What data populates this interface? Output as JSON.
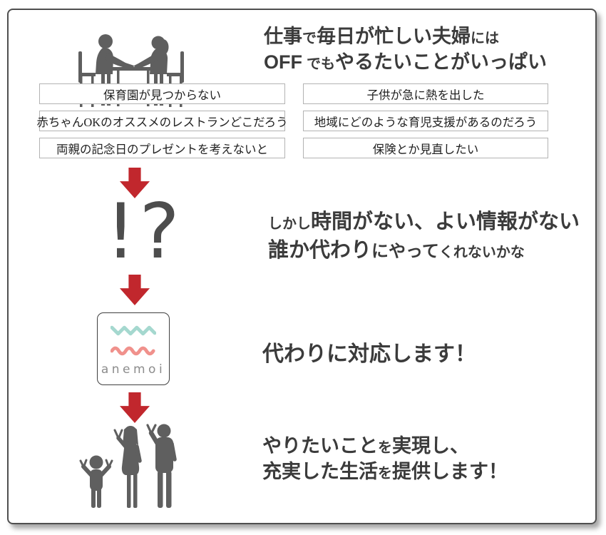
{
  "colors": {
    "arrow_red": "#c1272d",
    "heading_text": "#3b3b3b",
    "silhouette_gray": "#5f5f5f",
    "logo_teal": "#a5d8cf",
    "logo_pink": "#f0918c",
    "logo_wordmark_gray": "#8c8c8c",
    "box_border_gray": "#b3b3b3",
    "frame_border_gray": "#4f4f4f",
    "interjection_gray": "#4d4d4d"
  },
  "icons": {
    "down_arrow": "thick-red-down-arrow",
    "couple_silhouette": "couple-talking-at-table",
    "family_silhouette": "family-with-peace-signs",
    "logo_zigzag": "teal-zigzag-line",
    "logo_wave": "pink-wave-line"
  },
  "headline": {
    "line1": [
      "仕事",
      "で",
      "毎日が忙しい夫婦",
      "には"
    ],
    "line2": [
      "OFF",
      "でも",
      "やるたいことがいっぱい"
    ]
  },
  "worries": {
    "left": [
      "保育園が見つからない",
      "赤ちゃんOKのオススメのレストランどこだろう",
      "両親の記念日のプレゼントを考えないと"
    ],
    "right": [
      "子供が急に熱を出した",
      "地域にどのような育児支援があるのだろう",
      "保険とか見直したい"
    ]
  },
  "problem": {
    "interjection": "!?",
    "line1": [
      "しかし",
      "時間がない、よい情報がない"
    ],
    "line2": [
      "誰か代わり",
      "にやって",
      "くれないかな"
    ]
  },
  "solution": {
    "brand": "anemoi",
    "text": "代わりに対応します！"
  },
  "result": {
    "line1": [
      "やりたいこと",
      "を",
      "実現し、"
    ],
    "line2": [
      "充実した生活",
      "を",
      "提供します！"
    ]
  }
}
